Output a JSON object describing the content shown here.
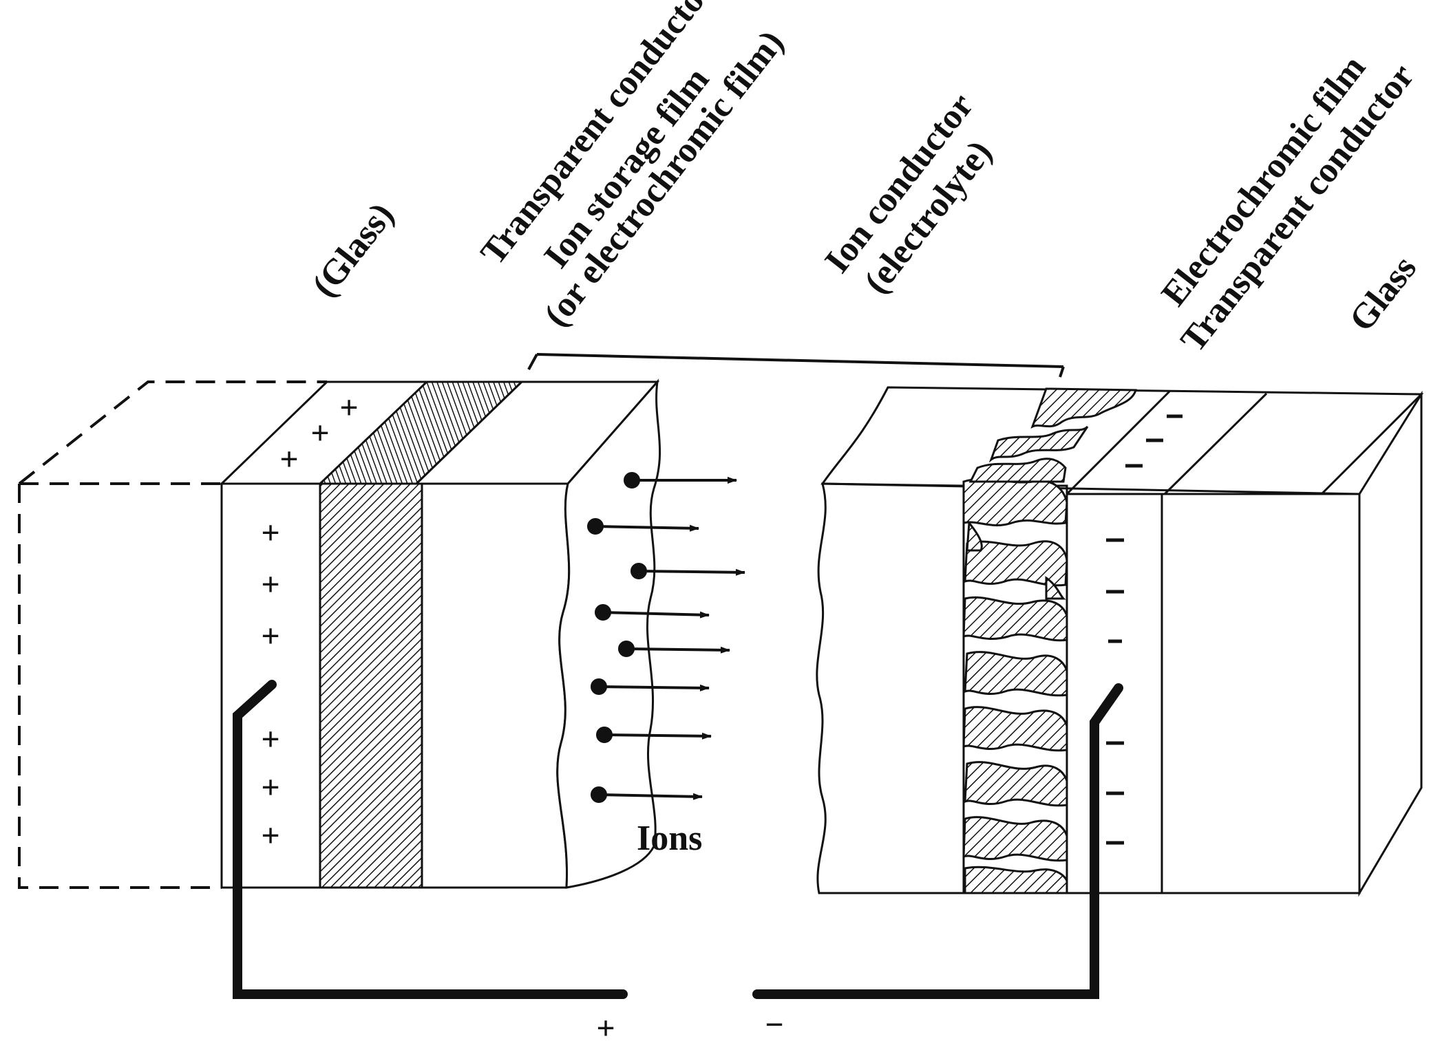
{
  "labels": {
    "glass_left": "(Glass)",
    "transparent_conductor_left": "Transparent conductor",
    "ion_storage_film": "Ion storage film",
    "ion_storage_alt": "(or electrochromic film)",
    "ion_conductor": "Ion conductor",
    "electrolyte": "(electrolyte)",
    "electrochromic_film": "Electrochromic film",
    "transparent_conductor_right": "Transparent conductor",
    "glass_right": "Glass",
    "ions": "Ions",
    "terminal_positive": "+",
    "terminal_negative": "−"
  },
  "charges": {
    "positive": "+",
    "negative": "−"
  },
  "colors": {
    "ink": "#111111",
    "background": "#ffffff"
  }
}
